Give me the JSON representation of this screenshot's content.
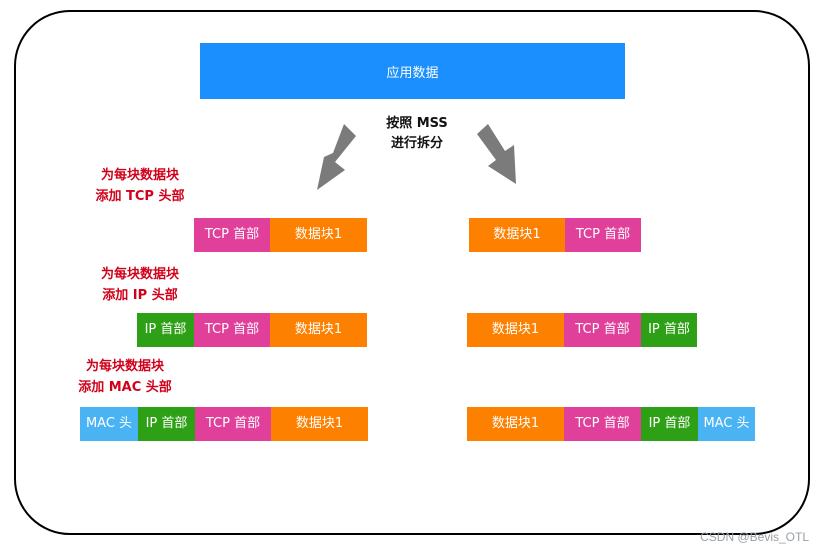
{
  "top_block": "应用数据",
  "split_label": [
    "按照 MSS",
    "进行拆分"
  ],
  "step_labels": [
    [
      "为每块数据块",
      "添加 TCP 头部"
    ],
    [
      "为每块数据块",
      "添加 IP 头部"
    ],
    [
      "为每块数据块",
      "添加 MAC 头部"
    ]
  ],
  "blocks": {
    "tcp": "TCP 首部",
    "ip": "IP 首部",
    "mac": "MAC 头",
    "data": "数据块1"
  },
  "colors": {
    "app": "#1a8ffd",
    "tcp": "#e0409a",
    "ip": "#2ea015",
    "mac": "#4ab3f4",
    "data": "#fd8000",
    "arrow": "#7b7b7b",
    "label": "#d0021b"
  },
  "watermark": "CSDN @Bevis_OTL"
}
